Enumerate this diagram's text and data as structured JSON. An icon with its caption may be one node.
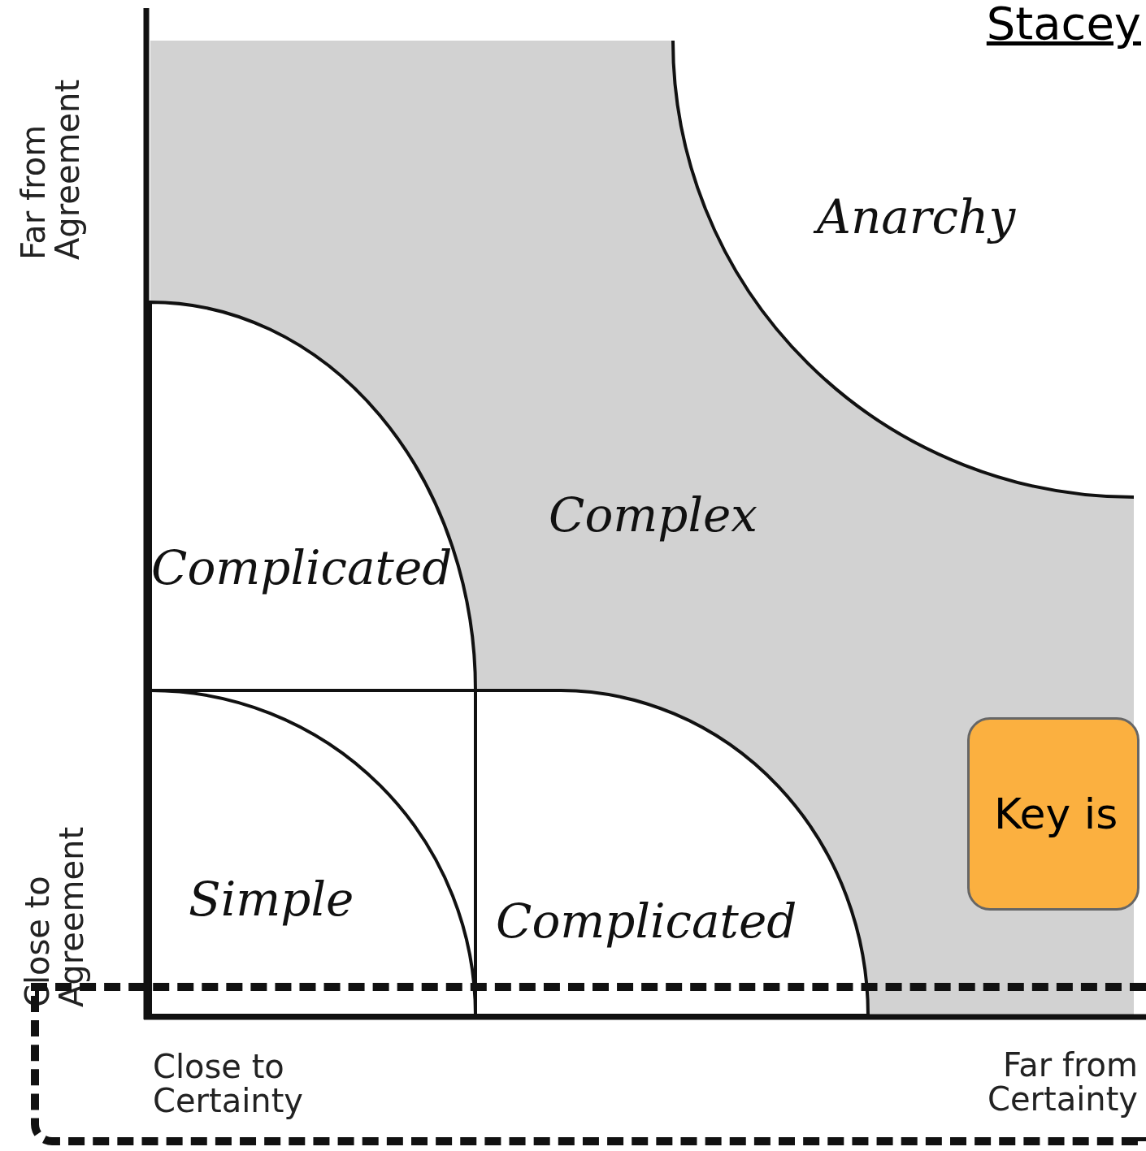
{
  "diagram": {
    "title": "Stacey",
    "nodes": [
      {
        "text": [
          "Key is"
        ]
      },
      {
        "text": [
          "Close to Certainty",
          "Far from Certainty"
        ]
      }
    ],
    "edges": [],
    "labels": [
      "Far from Agreement",
      "Anarchy",
      "Complex",
      "Complicated",
      "Close to Agreement",
      "Simple",
      "Complicated"
    ]
  }
}
